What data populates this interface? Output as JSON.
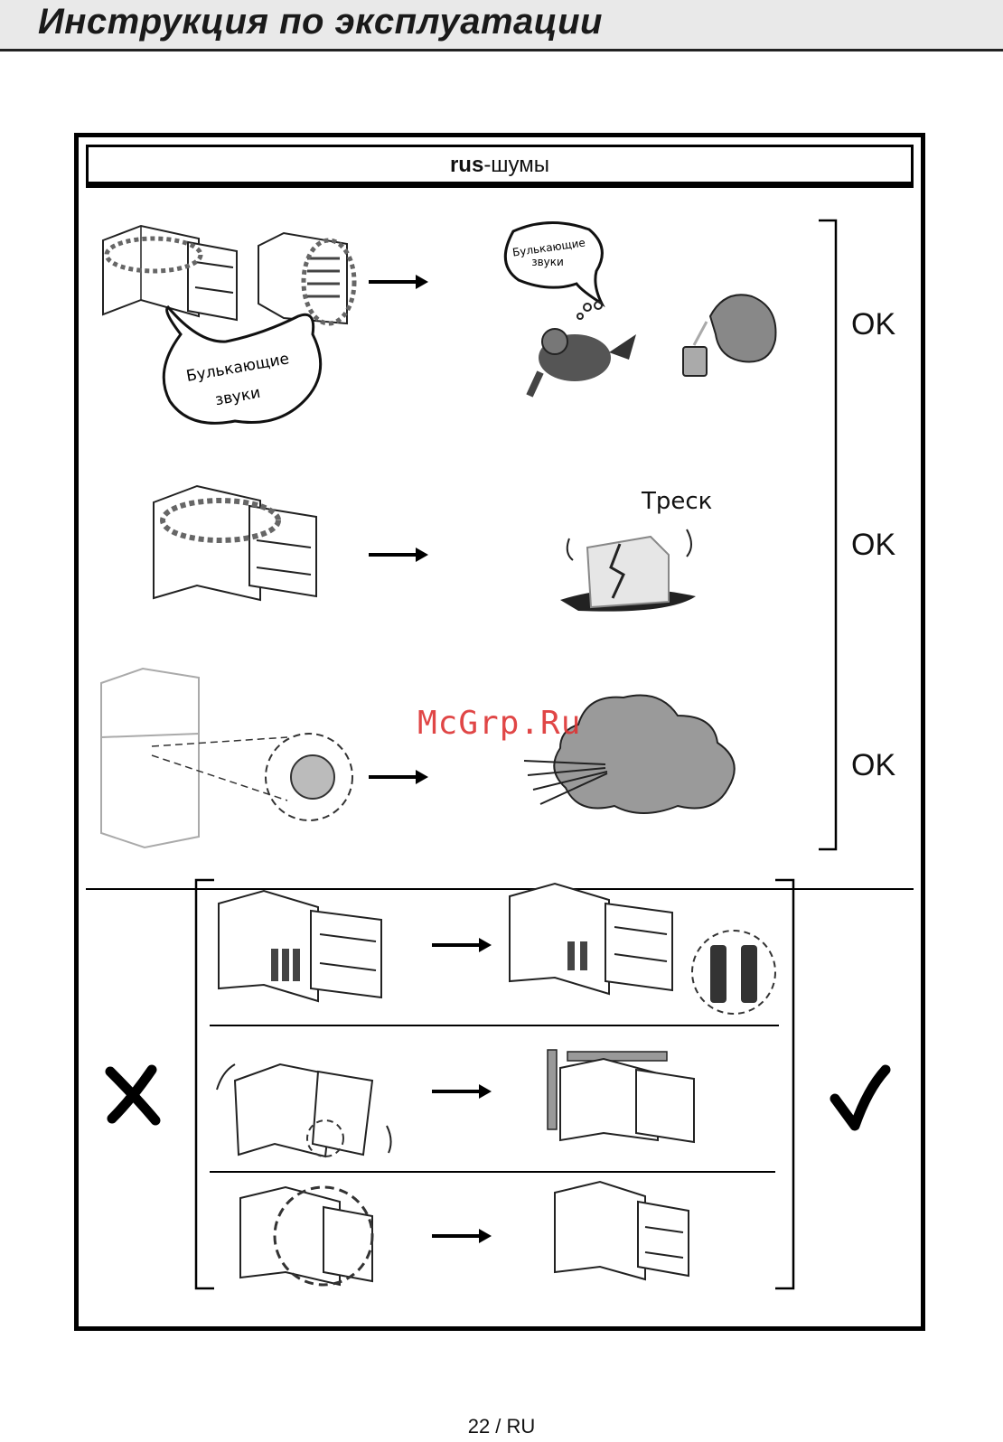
{
  "header": {
    "title": "Инструкция по эксплуатации"
  },
  "section": {
    "title_bold": "rus",
    "title_rest": "-шумы"
  },
  "rows": [
    {
      "ok": "OK",
      "bubble_big": [
        "Булькающие",
        "звуки"
      ],
      "bubble_small": [
        "Булькающие",
        "звуки"
      ]
    },
    {
      "ok": "OK",
      "label": "Треск"
    },
    {
      "ok": "OK"
    }
  ],
  "watermark": "McGrp.Ru",
  "footer": {
    "page": "22 / RU"
  }
}
